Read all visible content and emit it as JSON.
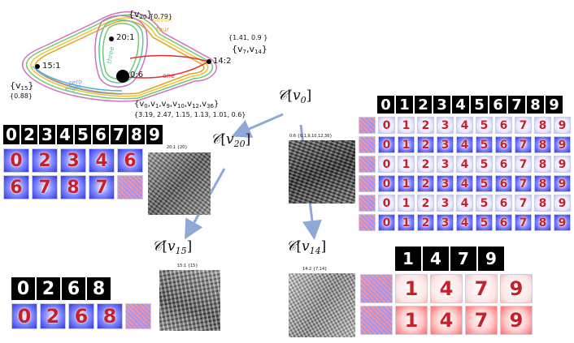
{
  "graph": {
    "nodes": [
      {
        "id": "20:1",
        "label": "20:1"
      },
      {
        "id": "15:1",
        "label": "15:1"
      },
      {
        "id": "0:6",
        "label": "0:6"
      },
      {
        "id": "14:2",
        "label": "14:2"
      }
    ],
    "edge_labels": {
      "seven": "seven",
      "four": "four",
      "three": "three",
      "one": "one",
      "zero": "zero",
      "eight": "eight"
    },
    "annotations": {
      "v20_set": "{v",
      "v20_sub": "20",
      "v20_close": "}",
      "v20_value": "{0.79}",
      "v15_set": "{v",
      "v15_sub": "15",
      "v15_close": "}",
      "v15_value": "{0.88}",
      "v7v14_values": "{1.41, 0.9 }",
      "v7v14_set": "{v",
      "v7v14_sub1": "7",
      "v7v14_mid": ",v",
      "v7v14_sub2": "14",
      "v7v14_close": "}",
      "v0_set_prefix": "{v",
      "v0_subs": [
        "0",
        "1",
        "9",
        "10",
        "12",
        "36"
      ],
      "v0_close": "}",
      "v0_values": "{3.19, 2.47, 1.15, 1.13, 1.01, 0.6}"
    },
    "colors": {
      "seven": "#f2c232",
      "four": "#e6a020",
      "three": "#57c8a0",
      "one": "#e03030",
      "zero": "#9090d0",
      "eight": "#40b8d8",
      "outer_magenta": "#d070c0",
      "outer_green": "#70c870"
    }
  },
  "titles": {
    "v0": {
      "sym": "𝒞",
      "sub": "v",
      "idx": "0"
    },
    "v20": {
      "sym": "𝒞",
      "sub": "v",
      "idx": "20"
    },
    "v15": {
      "sym": "𝒞",
      "sub": "v",
      "idx": "15"
    },
    "v14": {
      "sym": "𝒞",
      "sub": "v",
      "idx": "14"
    }
  },
  "captions": {
    "v0": "0:6 {0,1,9,10,12,36}",
    "v20": "20:1 {20}",
    "v15": "15:1 {15}",
    "v14": "14:2 {7,14}"
  },
  "digit_strips": {
    "v0": [
      "0",
      "1",
      "2",
      "3",
      "4",
      "5",
      "6",
      "7",
      "8",
      "9"
    ],
    "v20": [
      "0",
      "2",
      "3",
      "4",
      "5",
      "6",
      "7",
      "8",
      "9"
    ],
    "v15": [
      "0",
      "2",
      "6",
      "8"
    ],
    "v14": [
      "1",
      "4",
      "7",
      "9"
    ]
  },
  "saliency": {
    "v20_rows": [
      [
        "0",
        "2",
        "3",
        "4",
        "6"
      ],
      [
        "6",
        "7",
        "8",
        "7",
        ""
      ]
    ],
    "v15_row": [
      "0",
      "2",
      "6",
      "8",
      ""
    ],
    "v14_rows": [
      [
        "",
        "1",
        "4",
        "7",
        "9"
      ],
      [
        "",
        "1",
        "4",
        "7",
        "9"
      ]
    ],
    "v0_rows": [
      [
        "",
        "0",
        "1",
        "2",
        "3",
        "4",
        "5",
        "6",
        "7",
        "8",
        "9"
      ],
      [
        "",
        "0",
        "1",
        "2",
        "3",
        "4",
        "5",
        "6",
        "7",
        "8",
        "9"
      ],
      [
        "",
        "0",
        "1",
        "2",
        "3",
        "4",
        "5",
        "6",
        "7",
        "8",
        "9"
      ],
      [
        "",
        "0",
        "1",
        "2",
        "3",
        "4",
        "5",
        "6",
        "7",
        "8",
        "9"
      ],
      [
        "",
        "0",
        "1",
        "2",
        "3",
        "4",
        "5",
        "6",
        "7",
        "8",
        "9"
      ],
      [
        "",
        "0",
        "1",
        "2",
        "3",
        "4",
        "5",
        "6",
        "7",
        "8",
        "9"
      ]
    ]
  }
}
